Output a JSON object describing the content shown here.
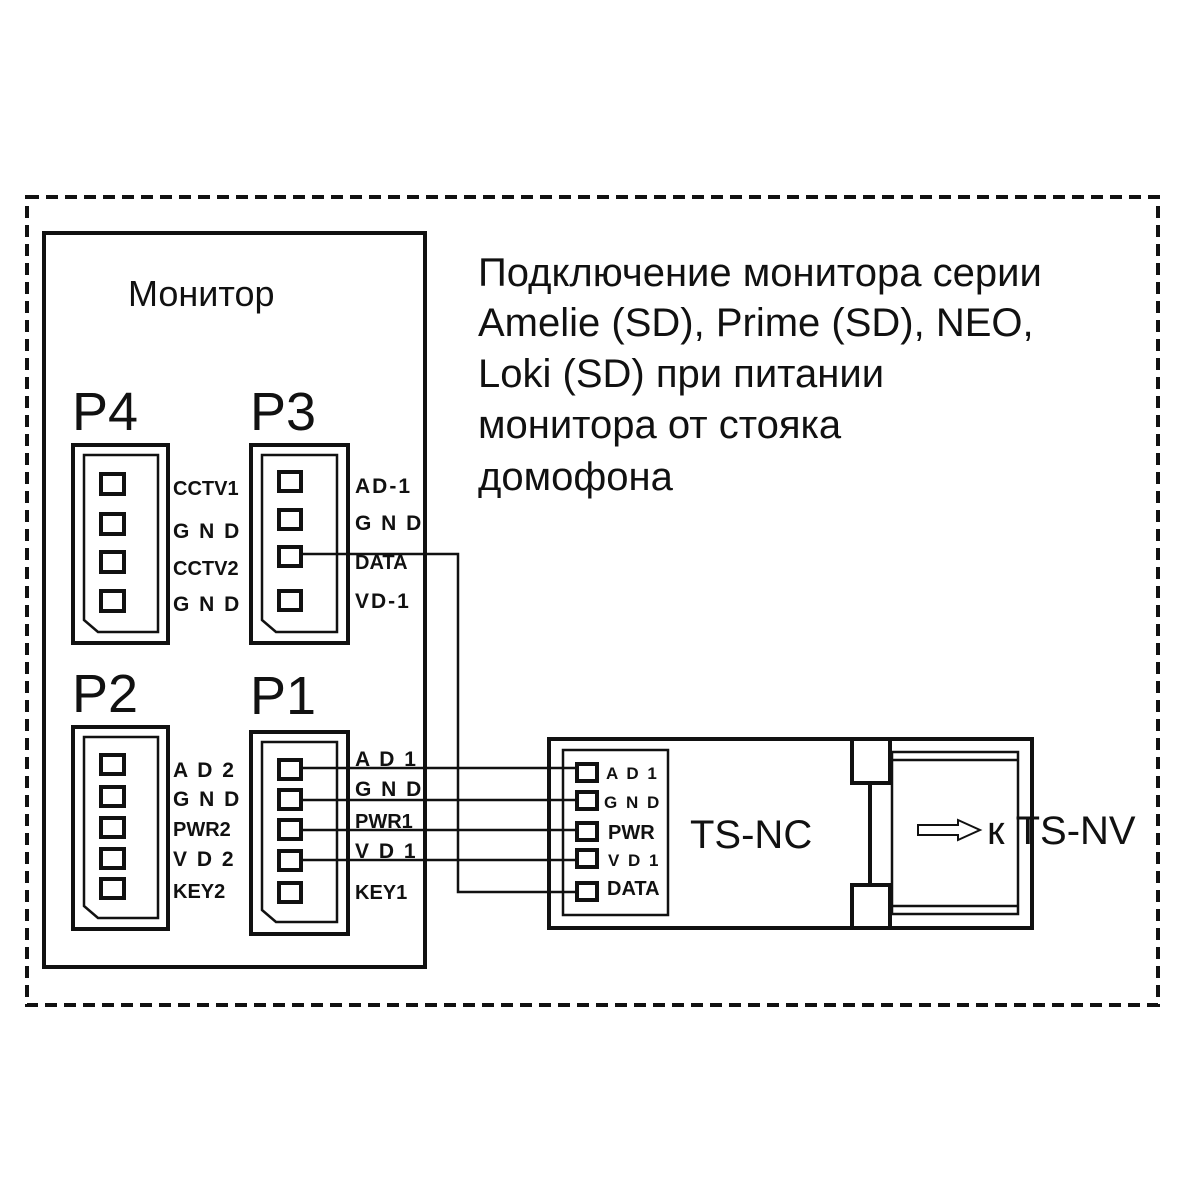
{
  "title_lines": [
    "Подключение монитора серии",
    "Amelie (SD), Prime (SD), NEO,",
    "Loki (SD) при питании",
    "монитора от стояка",
    "домофона"
  ],
  "monitor": {
    "label": "Монитор",
    "connectors": {
      "p4": {
        "name": "P4",
        "pins": [
          "CCTV1",
          "G N D",
          "CCTV2",
          "G N D"
        ]
      },
      "p3": {
        "name": "P3",
        "pins": [
          "AD-1",
          "G N D",
          "DATA",
          "VD-1"
        ]
      },
      "p2": {
        "name": "P2",
        "pins": [
          "A D 2",
          "G N D",
          "PWR2",
          "V D 2",
          "KEY2"
        ]
      },
      "p1": {
        "name": "P1",
        "pins": [
          "A D 1",
          "G N D",
          "PWR1",
          "V D 1",
          "KEY1"
        ]
      }
    }
  },
  "ts_nc": {
    "label": "TS-NC",
    "pins": [
      "A D 1",
      "G N D",
      "PWR",
      "V D 1",
      "DATA"
    ]
  },
  "ts_nv": {
    "label": "к TS-NV"
  }
}
